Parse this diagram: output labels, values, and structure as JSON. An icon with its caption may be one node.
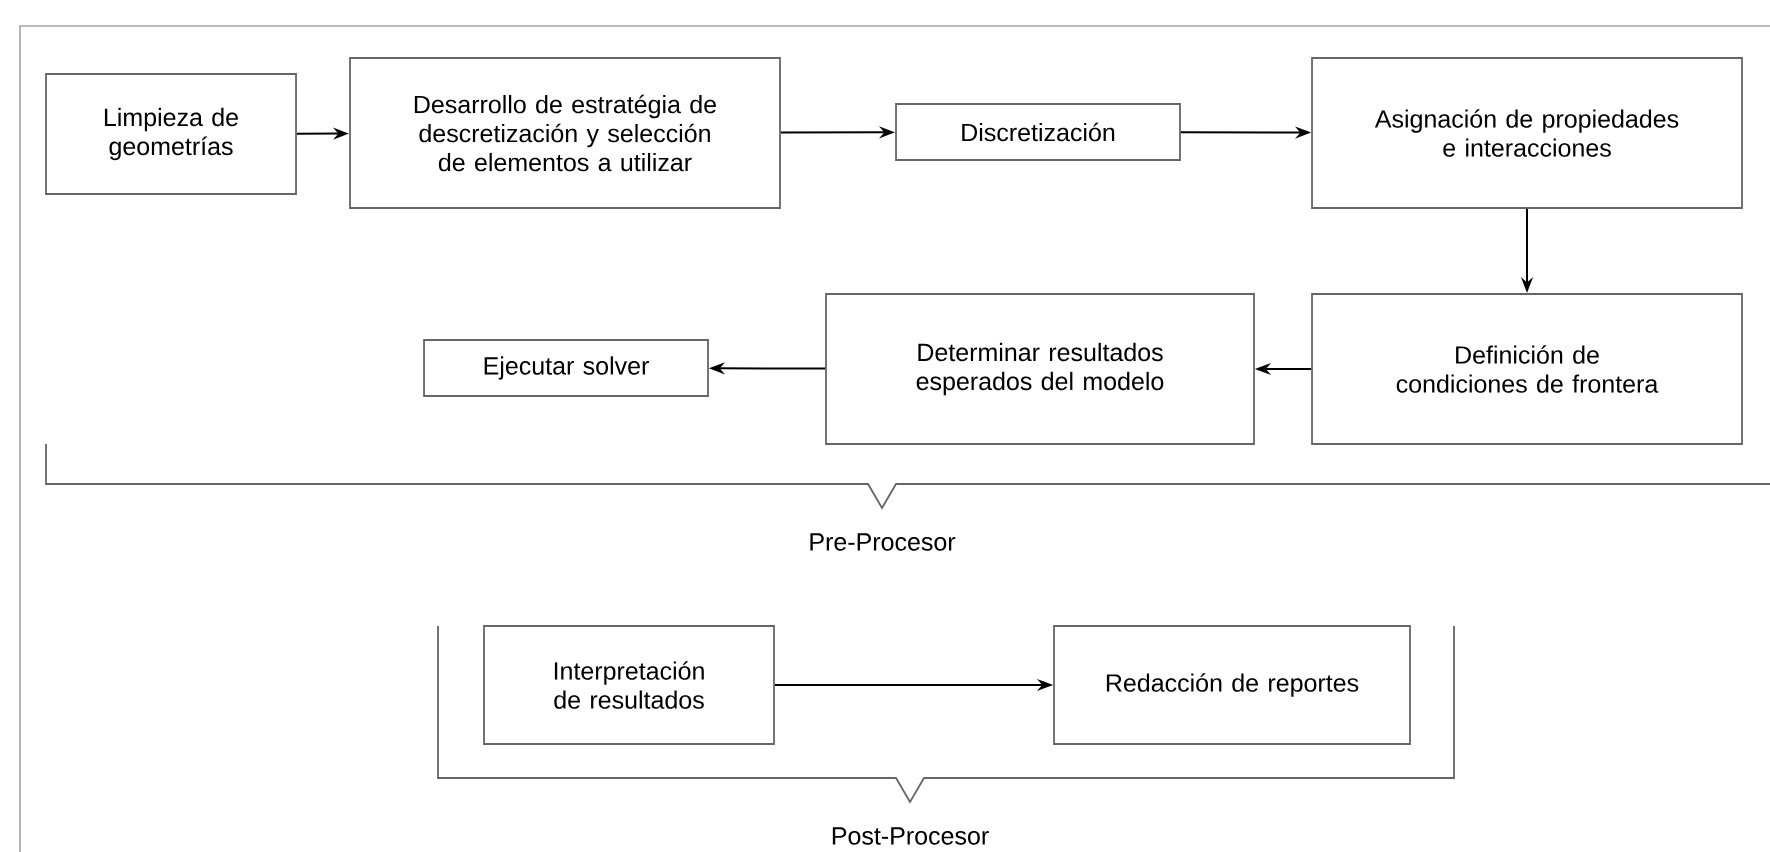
{
  "diagram": {
    "nodes": [
      {
        "text": [
          "Limpieza de geometrías"
        ]
      },
      {
        "text": [
          "Desarrollo de estratégia de descretización y selección de elementos a utilizar"
        ]
      },
      {
        "text": [
          "Discretización"
        ]
      },
      {
        "text": [
          "Asignación de propiedades e interacciones"
        ]
      },
      {
        "text": [
          "Definición de condiciones de frontera"
        ]
      },
      {
        "text": [
          "Determinar resultados esperados del modelo"
        ]
      },
      {
        "text": [
          "Ejecutar solver"
        ]
      },
      {
        "text": [
          "Interpretación de resultados"
        ]
      },
      {
        "text": [
          "Redacción de reportes"
        ]
      }
    ],
    "edges": [
      {
        "from": 0,
        "to": 1,
        "arrow": "to"
      },
      {
        "from": 1,
        "to": 2,
        "arrow": "to"
      },
      {
        "from": 2,
        "to": 3,
        "arrow": "to"
      },
      {
        "from": 3,
        "to": 4,
        "arrow": "to"
      },
      {
        "from": 4,
        "to": 5,
        "arrow": "to"
      },
      {
        "from": 5,
        "to": 6,
        "arrow": "to"
      },
      {
        "from": 7,
        "to": 8,
        "arrow": "to"
      }
    ],
    "labels": [
      "Pre-Procesor",
      "Post-Procesor"
    ]
  }
}
